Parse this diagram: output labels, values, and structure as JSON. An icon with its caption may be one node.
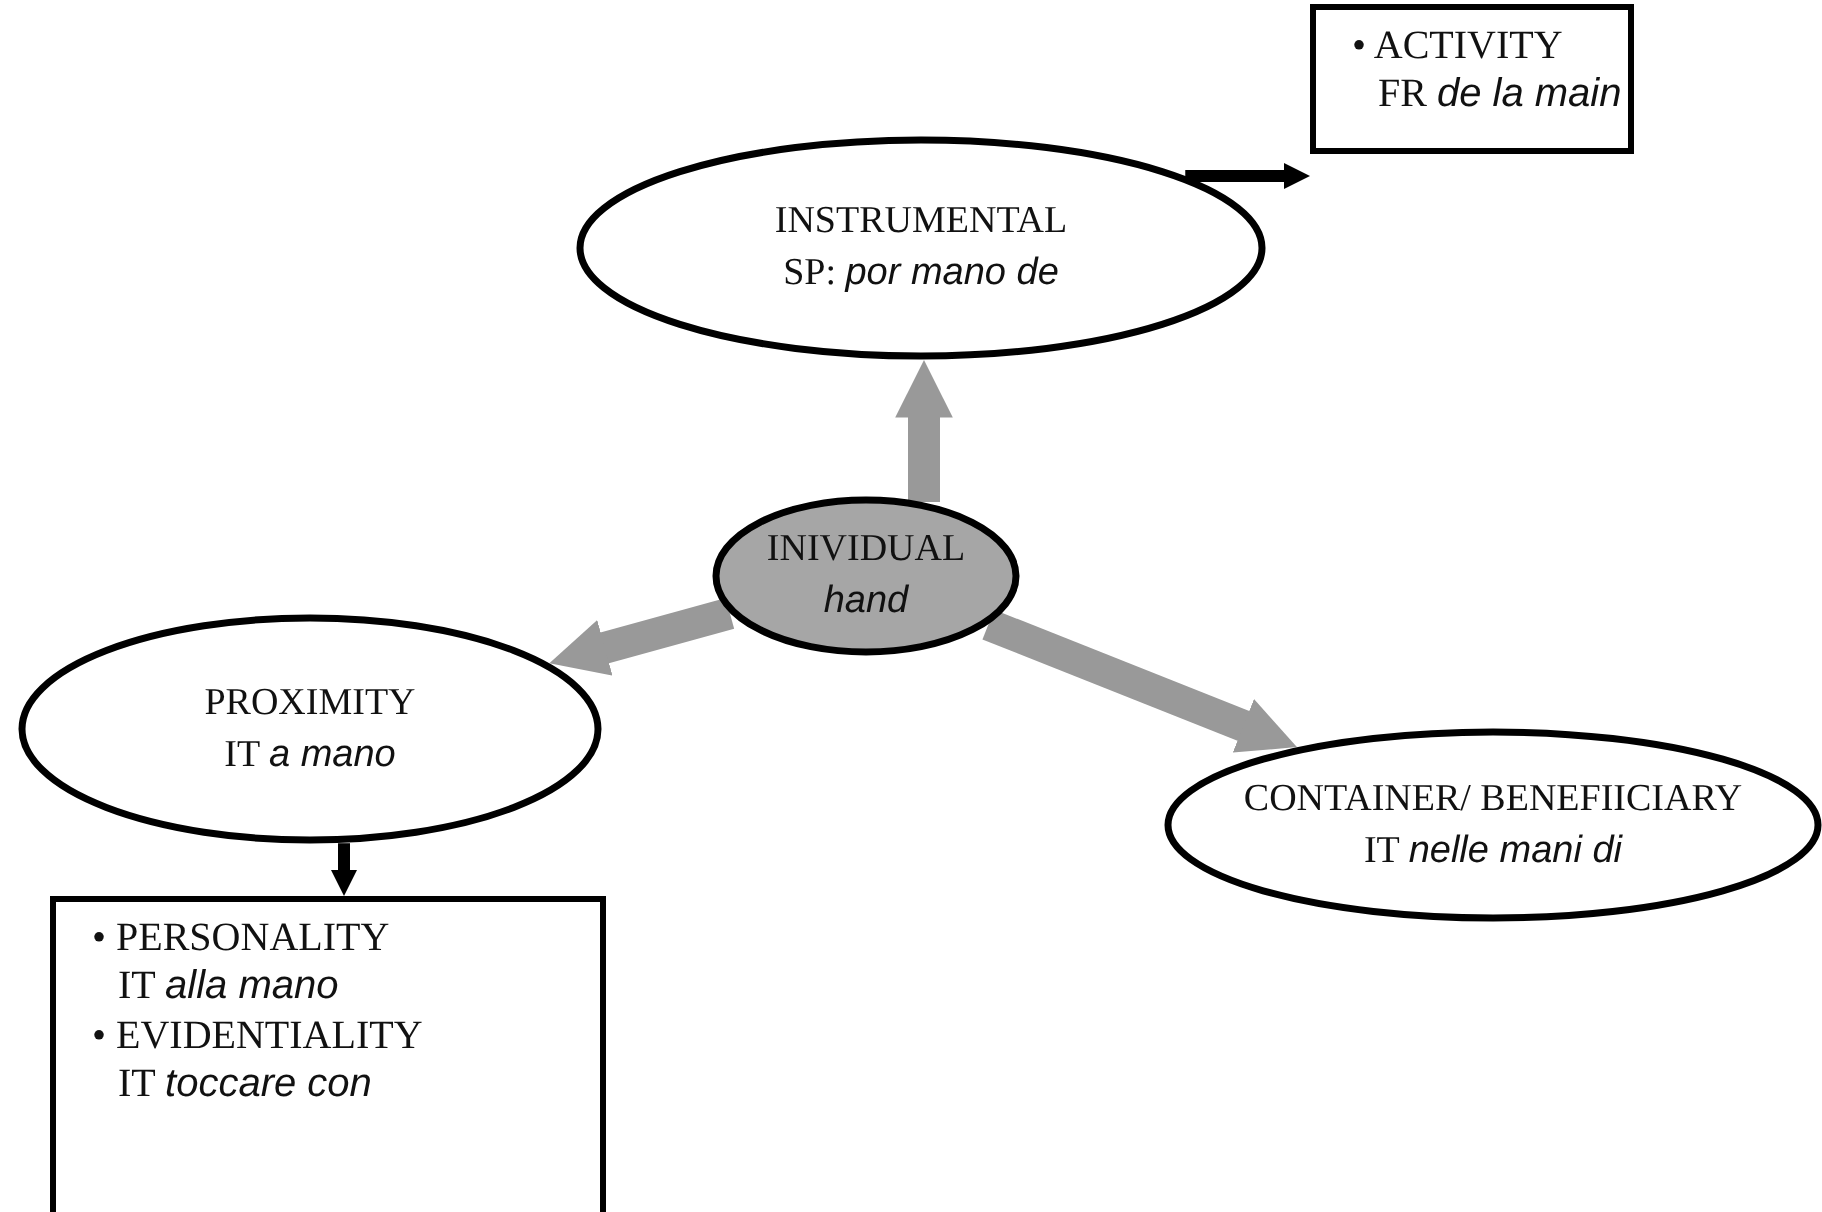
{
  "diagram": {
    "nodes": [
      {
        "text": [
          "INIVIDUAL",
          "*hand*"
        ]
      },
      {
        "text": [
          "INSTRUMENTAL",
          "SP: *por mano de*"
        ]
      },
      {
        "text": [
          "• ACTIVITY",
          "FR *de la main*"
        ]
      },
      {
        "text": [
          "PROXIMITY",
          "IT *a mano*"
        ]
      },
      {
        "text": [
          "CONTAINER/ BENEFIICIARY",
          "IT *nelle mani di*"
        ]
      },
      {
        "text": [
          "• PERSONALITY",
          "IT *alla mano*",
          "• EVIDENTIALITY",
          "IT *toccare con*"
        ]
      }
    ],
    "edges": [
      {
        "from": 0,
        "to": 1,
        "arrow": "to"
      },
      {
        "from": 0,
        "to": 3,
        "arrow": "to"
      },
      {
        "from": 0,
        "to": 4,
        "arrow": "to"
      },
      {
        "from": 1,
        "to": 2,
        "arrow": "to",
        "color": "#000000"
      },
      {
        "from": 3,
        "to": 5,
        "arrow": "to",
        "color": "#000000"
      }
    ]
  }
}
